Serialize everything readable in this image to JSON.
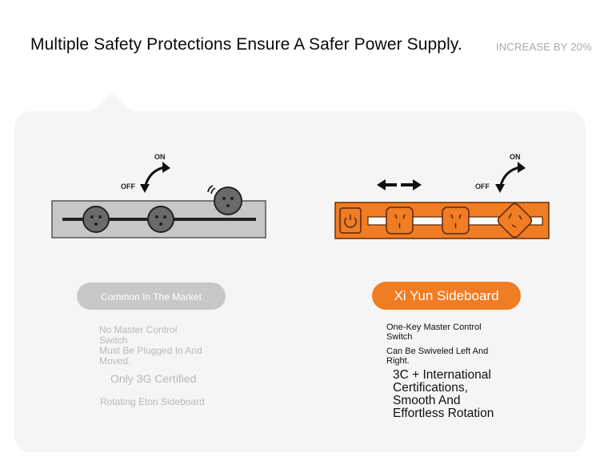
{
  "header": {
    "title": "Multiple Safety Protections Ensure A Safer Power Supply.",
    "badge": "INCREASE BY 20%"
  },
  "colors": {
    "accent_orange": "#f07c24",
    "card_bg": "#f5f5f5",
    "muted_grey": "#c8c8c8"
  },
  "left": {
    "label": "Common In The Market",
    "switch_on": "ON",
    "switch_off": "OFF",
    "features": [
      "No Master Control Switch",
      "Must Be Plugged In And Moved.",
      "Only 3G Certified",
      "Rotating Eton Sideboard"
    ]
  },
  "right": {
    "label": "Xi Yun Sideboard",
    "switch_on": "ON",
    "switch_off": "OFF",
    "features": [
      "One-Key Master Control Switch",
      "Can Be Swiveled Left And Right.",
      "3C + International Certifications,",
      "Smooth And Effortless Rotation"
    ]
  }
}
